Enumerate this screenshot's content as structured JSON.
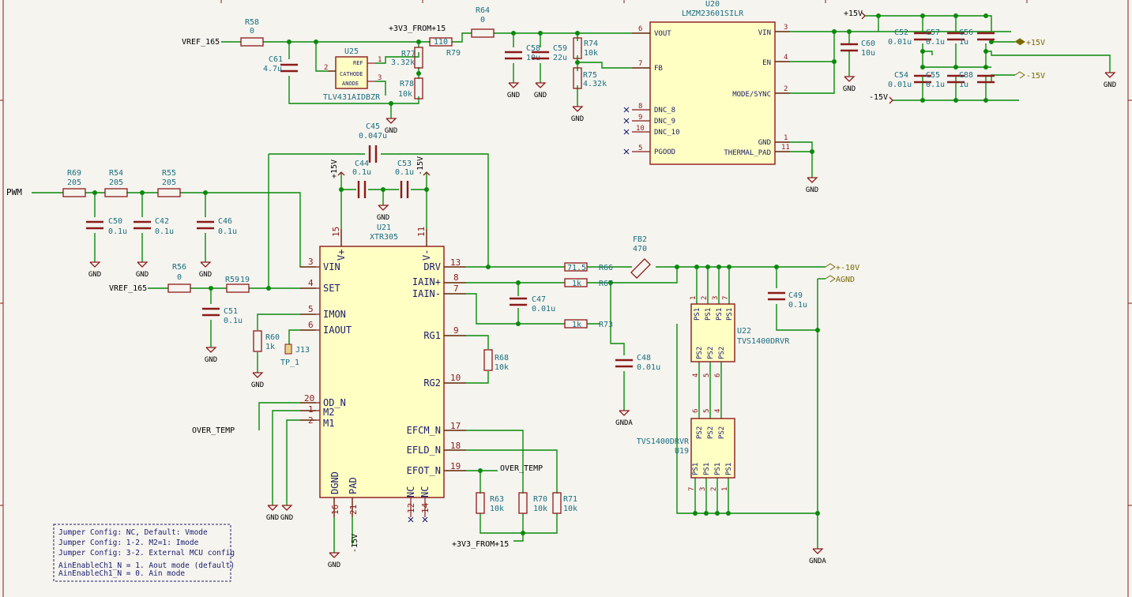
{
  "chips": {
    "u20": {
      "ref": "U20",
      "value": "LMZM23601SILR",
      "pins_left": [
        {
          "num": "6",
          "name": "VOUT"
        },
        {
          "num": "7",
          "name": "FB"
        },
        {
          "num": "8",
          "name": "DNC_8"
        },
        {
          "num": "9",
          "name": "DNC_9"
        },
        {
          "num": "10",
          "name": "DNC_10"
        },
        {
          "num": "5",
          "name": "PGOOD"
        }
      ],
      "pins_right": [
        {
          "num": "3",
          "name": "VIN"
        },
        {
          "num": "4",
          "name": "EN"
        },
        {
          "num": "2",
          "name": "MODE/SYNC"
        },
        {
          "num": "1",
          "name": "GND"
        },
        {
          "num": "11",
          "name": "THERMAL_PAD"
        }
      ]
    },
    "u21": {
      "ref": "U21",
      "value": "XTR305",
      "pins_left": [
        {
          "num": "3",
          "name": "VIN"
        },
        {
          "num": "4",
          "name": "SET"
        },
        {
          "num": "5",
          "name": "IMON"
        },
        {
          "num": "6",
          "name": "IAOUT"
        },
        {
          "num": "20",
          "name": "OD_N"
        },
        {
          "num": "1",
          "name": "M2"
        },
        {
          "num": "2",
          "name": "M1"
        }
      ],
      "pins_right": [
        {
          "num": "13",
          "name": "DRV"
        },
        {
          "num": "8",
          "name": "IAIN+"
        },
        {
          "num": "7",
          "name": "IAIN-"
        },
        {
          "num": "9",
          "name": "RG1"
        },
        {
          "num": "10",
          "name": "RG2"
        },
        {
          "num": "17",
          "name": "EFCM_N"
        },
        {
          "num": "18",
          "name": "EFLD_N"
        },
        {
          "num": "19",
          "name": "EFOT_N"
        }
      ],
      "pins_top": [
        {
          "num": "15",
          "name": "V+"
        },
        {
          "num": "11",
          "name": "V-"
        }
      ],
      "pins_bottom": [
        {
          "num": "16",
          "name": "DGND"
        },
        {
          "num": "21",
          "name": "PAD"
        },
        {
          "num": "12",
          "name": "NC"
        },
        {
          "num": "14",
          "name": "NC"
        }
      ]
    },
    "u25": {
      "ref": "U25",
      "value": "TLV431AIDBZR",
      "pins": [
        {
          "num": "1",
          "name": "REF"
        },
        {
          "num": "2",
          "name": "CATHODE"
        },
        {
          "num": "3",
          "name": "ANODE"
        }
      ]
    },
    "u22": {
      "ref": "U22",
      "value": "TVS1400DRVR",
      "top": [
        "PS1",
        "PS1",
        "PS1",
        "PS1"
      ],
      "top_nums": [
        "1",
        "2",
        "3",
        "7"
      ],
      "bottom": [
        "PS2",
        "PS2",
        "PS2"
      ],
      "bottom_nums": [
        "4",
        "5",
        "6"
      ]
    },
    "u19": {
      "ref": "U19",
      "value": "TVS1400DRVR",
      "top": [
        "PS2",
        "PS2",
        "PS2"
      ],
      "top_nums": [
        "6",
        "5",
        "4"
      ],
      "bottom": [
        "PS1",
        "PS1",
        "PS1",
        "PS1"
      ],
      "bottom_nums": [
        "7",
        "3",
        "2",
        "1"
      ]
    }
  },
  "resistors": [
    {
      "ref": "R58",
      "value": "0"
    },
    {
      "ref": "R64",
      "value": "0"
    },
    {
      "ref": "R79",
      "value": "110"
    },
    {
      "ref": "R77",
      "value": "3.32k"
    },
    {
      "ref": "R78",
      "value": "10k"
    },
    {
      "ref": "R74",
      "value": "10k"
    },
    {
      "ref": "R75",
      "value": "4.32k"
    },
    {
      "ref": "R69",
      "value": "205"
    },
    {
      "ref": "R54",
      "value": "205"
    },
    {
      "ref": "R55",
      "value": "205"
    },
    {
      "ref": "R56",
      "value": "0"
    },
    {
      "ref": "R59",
      "value": "19"
    },
    {
      "ref": "R60",
      "value": "1k"
    },
    {
      "ref": "R68",
      "value": "10k"
    },
    {
      "ref": "R66",
      "value": "71.5"
    },
    {
      "ref": "R67",
      "value": "1k"
    },
    {
      "ref": "R73",
      "value": "1k"
    },
    {
      "ref": "R63",
      "value": "10k"
    },
    {
      "ref": "R70",
      "value": "10k"
    },
    {
      "ref": "R71",
      "value": "10k"
    }
  ],
  "capacitors": [
    {
      "ref": "C61",
      "value": "4.7u"
    },
    {
      "ref": "C58",
      "value": "10u"
    },
    {
      "ref": "C59",
      "value": "22u"
    },
    {
      "ref": "C60",
      "value": "10u"
    },
    {
      "ref": "C52",
      "value": "0.01u"
    },
    {
      "ref": "C57",
      "value": "0.1u"
    },
    {
      "ref": "C56",
      "value": "1u"
    },
    {
      "ref": "C54",
      "value": "0.01u"
    },
    {
      "ref": "C55",
      "value": "0.1u"
    },
    {
      "ref": "C88",
      "value": "1u"
    },
    {
      "ref": "C45",
      "value": "0.047u"
    },
    {
      "ref": "C44",
      "value": "0.1u"
    },
    {
      "ref": "C53",
      "value": "0.1u"
    },
    {
      "ref": "C50",
      "value": "0.1u"
    },
    {
      "ref": "C42",
      "value": "0.1u"
    },
    {
      "ref": "C46",
      "value": "0.1u"
    },
    {
      "ref": "C51",
      "value": "0.1u"
    },
    {
      "ref": "C47",
      "value": "0.01u"
    },
    {
      "ref": "C48",
      "value": "0.01u"
    },
    {
      "ref": "C49",
      "value": "0.1u"
    }
  ],
  "ferrite": {
    "ref": "FB2",
    "value": "470"
  },
  "testpoint": {
    "ref": "J13",
    "value": "TP_1"
  },
  "nets": {
    "vref1": "VREF_165",
    "vref2": "VREF_165",
    "v3a": "+3V3_FROM+15",
    "v3b": "+3V3_FROM+15",
    "pwm": "PWM",
    "over_temp_in": "OVER_TEMP",
    "over_temp_out": "OVER_TEMP",
    "p15": "+15V",
    "m15": "-15V",
    "p15_top": "+15V",
    "m15_top": "-15V",
    "m15_bot": "-15V",
    "p15_label": "+15V",
    "m15_label": "-15V",
    "pm10": "+-10V",
    "agnd": "AGND"
  },
  "grounds": {
    "gnd": "GND",
    "gnda": "GNDA"
  },
  "note": [
    "Jumper Config: NC, Default: Vmode",
    "Jumper Config: 1-2. M2=1: Imode",
    "Jumper Config: 3-2. External MCU config",
    "AinEnableCh1_N = 1. Aout mode (default)",
    "AinEnableCh1_N = 0. Ain mode"
  ],
  "colors": {
    "wire": "#0a8a0a",
    "part": "#8c1a1a",
    "body": "#ffffc4",
    "ref": "#1b6e80",
    "pin": "#1b1b6e",
    "background": "#f5f4ef"
  }
}
